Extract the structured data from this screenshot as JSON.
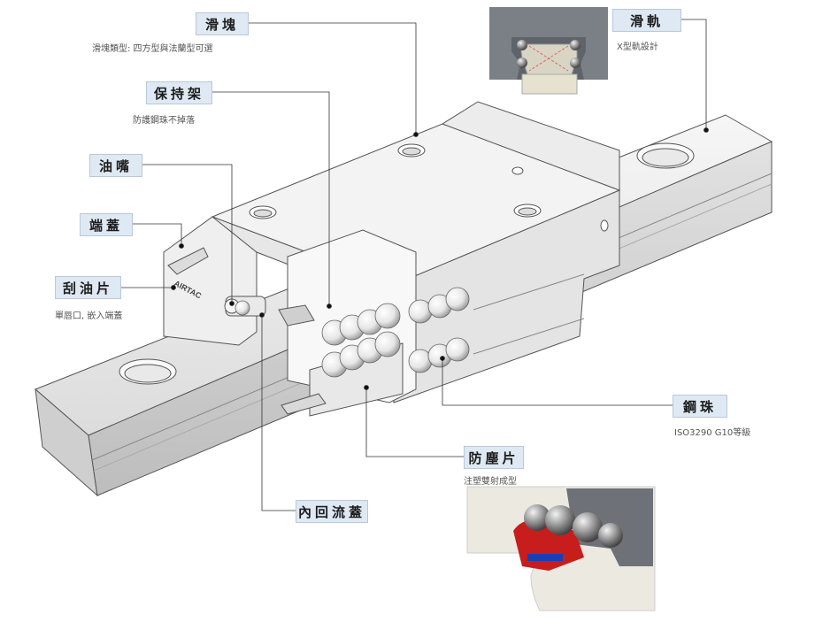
{
  "parts": {
    "block": {
      "label": "滑塊",
      "note": "滑塊類型: 四方型與法蘭型可選"
    },
    "retainer": {
      "label": "保持架",
      "note": "防護鋼珠不掉落"
    },
    "nipple": {
      "label": "油嘴"
    },
    "end_cap": {
      "label": "端蓋"
    },
    "scraper": {
      "label": "刮油片",
      "note": "單唇口, 嵌入端蓋"
    },
    "rail": {
      "label": "滑軌",
      "note": "X型軌設計"
    },
    "ball": {
      "label": "鋼珠",
      "note": "ISO3290 G10等級"
    },
    "dust_seal": {
      "label": "防塵片",
      "note": "注塑雙射成型"
    },
    "recirc_cap": {
      "label": "內回流蓋"
    }
  },
  "brand": "AIRTAC"
}
